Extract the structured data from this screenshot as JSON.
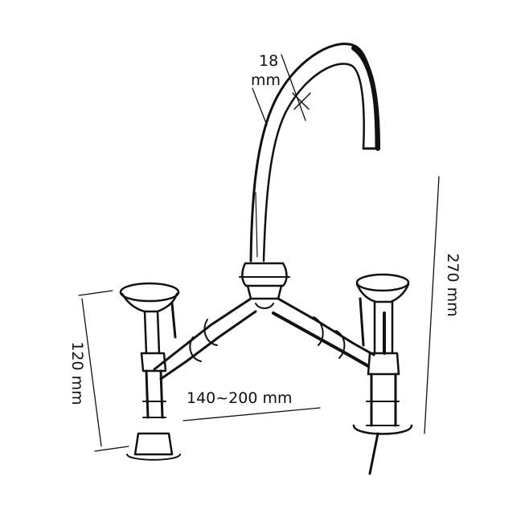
{
  "dimensions": {
    "pipe_diameter_value": "18",
    "pipe_diameter_unit": "mm",
    "total_height": "270 mm",
    "handle_height": "120 mm",
    "center_distance": "140~200 mm"
  },
  "colors": {
    "line": "#111111",
    "background": "#ffffff"
  }
}
